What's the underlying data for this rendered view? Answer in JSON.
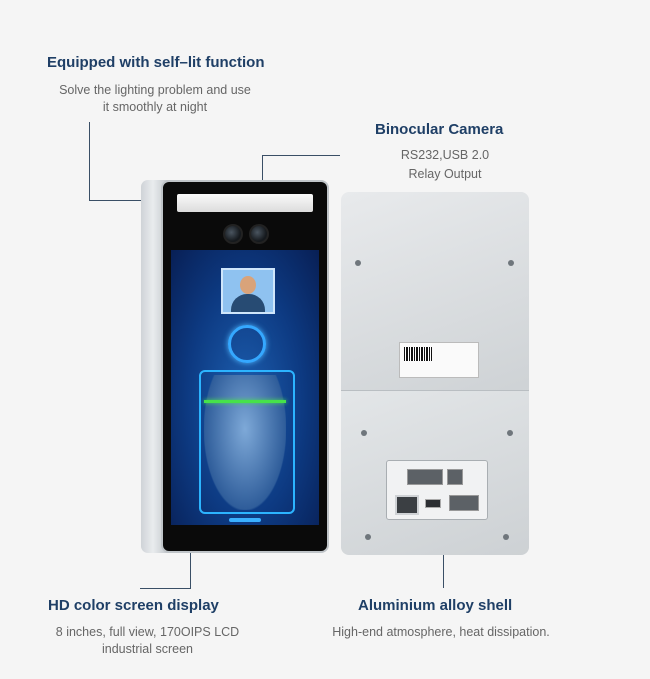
{
  "features": {
    "self_lit": {
      "title": "Equipped with self–lit function",
      "desc_line1": "Solve the lighting problem and use",
      "desc_line2": "it smoothly at night"
    },
    "binocular": {
      "title": "Binocular Camera",
      "desc_line1": "RS232,USB 2.0",
      "desc_line2": "Relay Output"
    },
    "screen": {
      "title": "HD color screen display",
      "desc_line1": "8 inches, full view, 170OIPS LCD",
      "desc_line2": "industrial screen"
    },
    "shell": {
      "title": "Aluminium alloy shell",
      "desc_line1": "High-end atmosphere, heat dissipation."
    }
  },
  "colors": {
    "title": "#1f3f66",
    "text": "#666666",
    "background": "#f5f5f5",
    "screen_blue": "#0d3a82",
    "scan_green": "#46e24a"
  }
}
